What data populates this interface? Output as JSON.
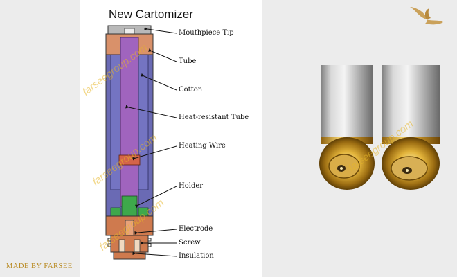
{
  "title": "New Cartomizer",
  "labels": {
    "mouthpiece": "Mouthpiece Tip",
    "tube": "Tube",
    "cotton": "Cotton",
    "heat_tube": "Heat-resistant Tube",
    "heating_wire": "Heating Wire",
    "holder": "Holder",
    "electrode": "Electrode",
    "screw": "Screw",
    "insulation": "Insulation"
  },
  "watermark": "farseegroup.com",
  "made_by": "MADE BY FARSEE",
  "colors": {
    "outer_tube": "#6a6ab4",
    "heat_tube": "#a064be",
    "mouthpiece": "#d9916a",
    "heating_wire": "#d4644a",
    "holder": "#3ea84b",
    "copper": "#cf7a4e",
    "watermark": "#e8b628",
    "brand_gold": "#b8891f"
  },
  "icons": [
    "swan-logo-icon"
  ]
}
